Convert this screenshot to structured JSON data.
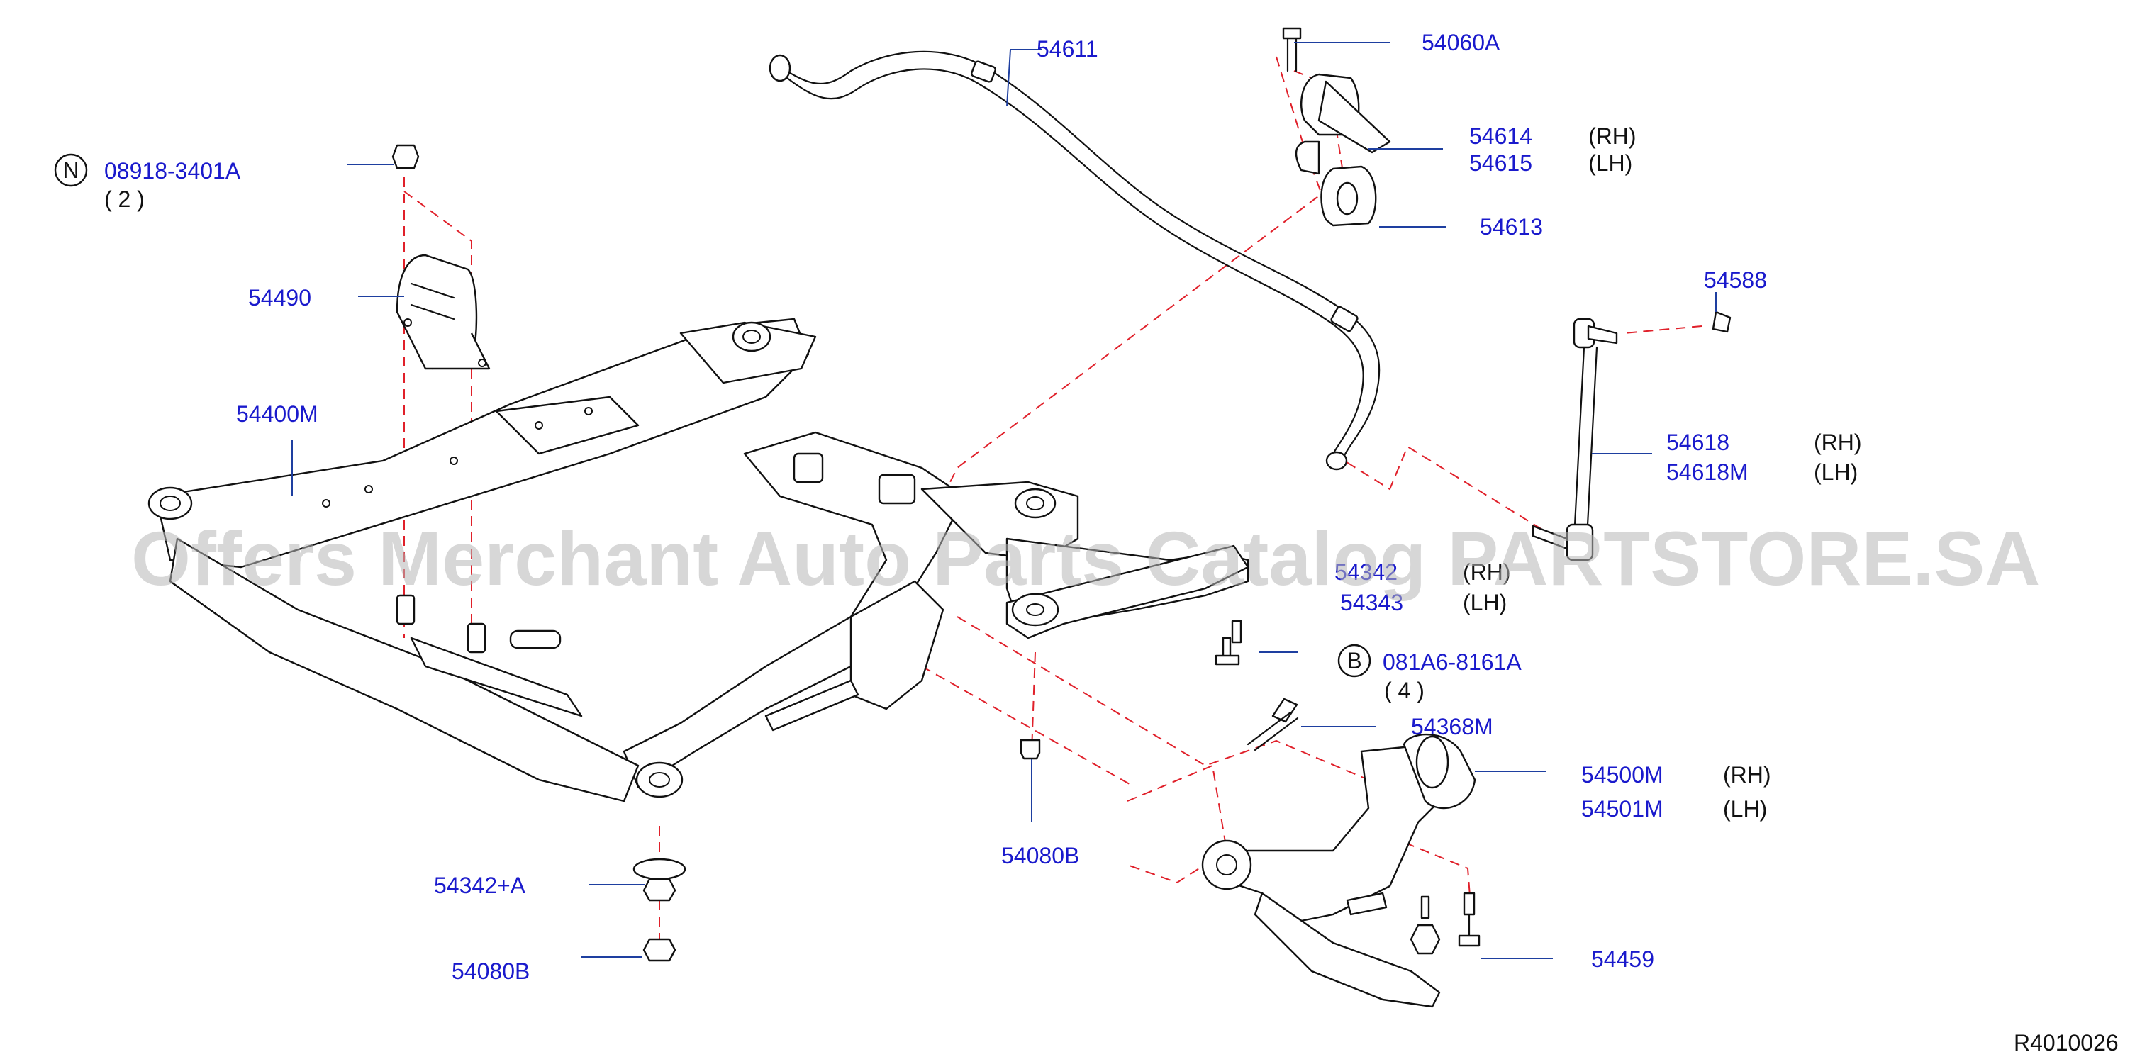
{
  "watermark": "Offers Merchant Auto Parts Catalog PARTSTORE.SA",
  "drawing_ref": "R4010026",
  "colors": {
    "part_number": "#1a1acc",
    "leader": "#1e3fa0",
    "assembly_line": "#e0202a",
    "line_art": "#111111",
    "watermark": "#b8b8b8"
  },
  "symbols": {
    "nut_symbol": "N",
    "bolt_symbol": "B"
  },
  "callouts": {
    "stabilizer_bar": "54611",
    "clamp_bolt": "54060A",
    "clamp_rh": "54614",
    "clamp_rh_side": "(RH)",
    "clamp_lh": "54615",
    "clamp_lh_side": "(LH)",
    "bushing": "54613",
    "link_nut": "54588",
    "link_rh": "54618",
    "link_rh_side": "(RH)",
    "link_lh": "54618M",
    "link_lh_side": "(LH)",
    "nut_part": "08918-3401A",
    "nut_qty": "( 2 )",
    "bracket": "54490",
    "member": "54400M",
    "stay_rh": "54342",
    "stay_rh_side": "(RH)",
    "stay_lh": "54343",
    "stay_lh_side": "(LH)",
    "bolt_part": "081A6-8161A",
    "bolt_qty": "( 4 )",
    "arm_bolt": "54368M",
    "arm_rh": "54500M",
    "arm_rh_side": "(RH)",
    "arm_lh": "54501M",
    "arm_lh_side": "(LH)",
    "arm_nut": "54080B",
    "mount_insulator": "54342+A",
    "mount_nut": "54080B",
    "balljoint_bolt": "54459"
  }
}
